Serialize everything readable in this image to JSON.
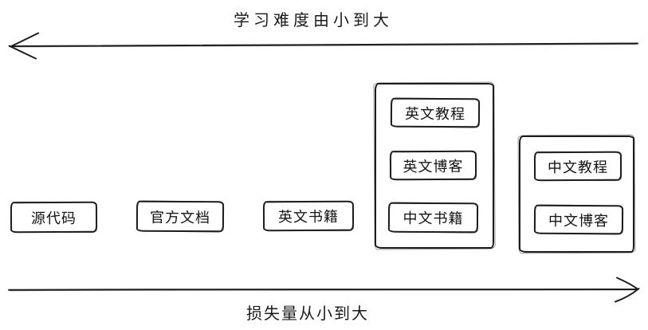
{
  "colors": {
    "stroke": "#1d1d1d",
    "text": "#141414",
    "background": "#ffffff"
  },
  "axes": {
    "top": {
      "label": "学习难度由小到大",
      "direction": "left"
    },
    "bottom": {
      "label": "损失量从小到大",
      "direction": "right"
    }
  },
  "nodes": {
    "source_code": "源代码",
    "official_docs": "官方文档",
    "english_books": "英文书籍",
    "english_tutorial": "英文教程",
    "english_blog": "英文博客",
    "chinese_books": "中文书籍",
    "chinese_tutorial": "中文教程",
    "chinese_blog": "中文博客"
  }
}
